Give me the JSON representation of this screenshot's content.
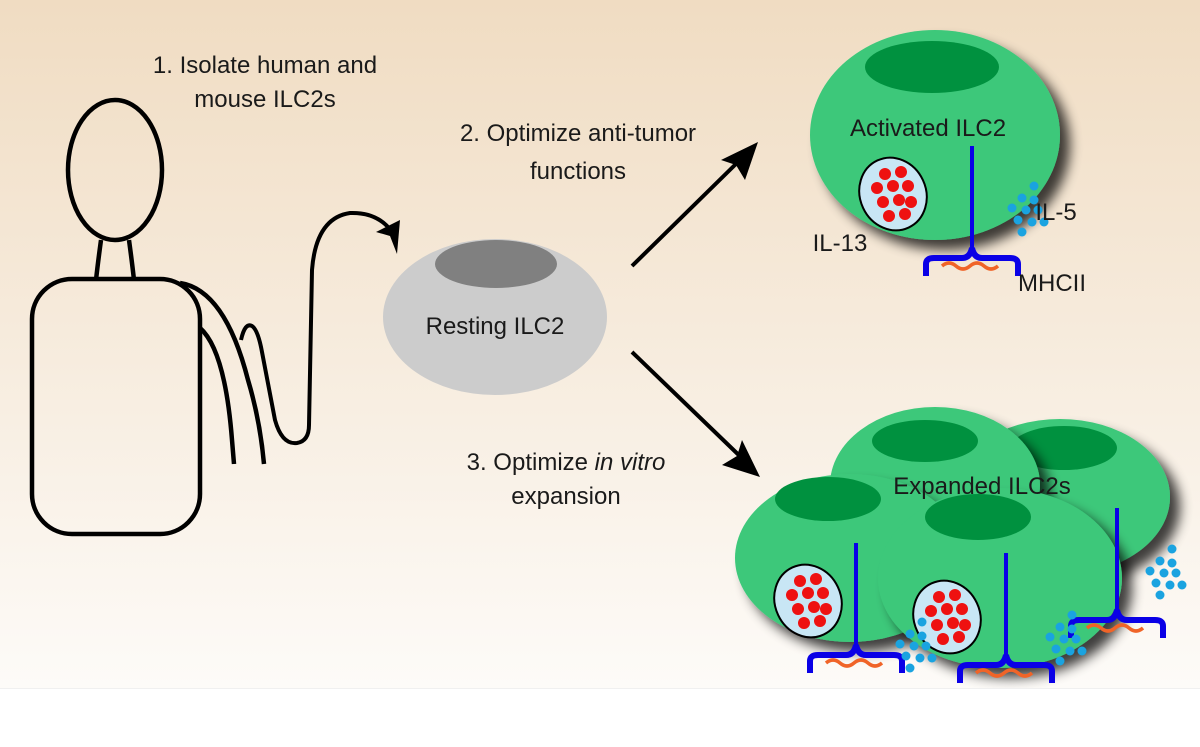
{
  "figure": {
    "type": "graphical-abstract",
    "background_gradient": [
      "#f0dcc2",
      "#fdfbf8"
    ]
  },
  "steps": {
    "step1": {
      "line1": "1. Isolate human and",
      "line2": "mouse ILC2s"
    },
    "step2": {
      "line1": "2. Optimize anti-tumor",
      "line2": "functions"
    },
    "step3": {
      "line1_prefix": "3. Optimize ",
      "line1_italic": "in vitro",
      "line2": "expansion"
    }
  },
  "cells": {
    "resting": {
      "label": "Resting ILC2",
      "color": "#cccccc",
      "nucleus_color": "#808080"
    },
    "activated": {
      "label": "Activated ILC2",
      "color": "#3cc87a",
      "nucleus_color": "#00913f"
    },
    "expanded": {
      "label": "Expanded ILC2s",
      "count": 4
    }
  },
  "labels": {
    "il13": "IL-13",
    "il5": "IL-5",
    "mhcii": "MHCII"
  },
  "colors": {
    "receptor": "#0a00e6",
    "peptide": "#f06428",
    "granule": "#ee1111",
    "vesicle": "#c8e6f5",
    "il5_dots": "#1aa3e0",
    "outline": "#000000"
  }
}
